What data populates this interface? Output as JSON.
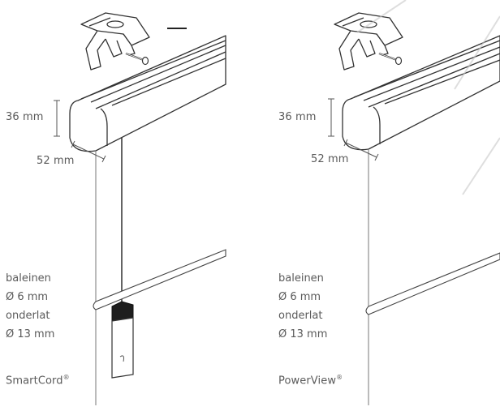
{
  "left": {
    "dims": {
      "height": "36 mm",
      "width": "52 mm"
    },
    "specs": [
      "baleinen",
      "Ø 6 mm",
      "onderlat",
      "Ø 13 mm"
    ],
    "product": "SmartCord",
    "reg": "®"
  },
  "right": {
    "dims": {
      "height": "36 mm",
      "width": "52 mm"
    },
    "specs": [
      "baleinen",
      "Ø 6 mm",
      "onderlat",
      "Ø 13 mm"
    ],
    "product": "PowerView",
    "reg": "®"
  },
  "colors": {
    "line": "#3a3a3a",
    "text": "#5a5a5a",
    "fill": "#ffffff"
  }
}
